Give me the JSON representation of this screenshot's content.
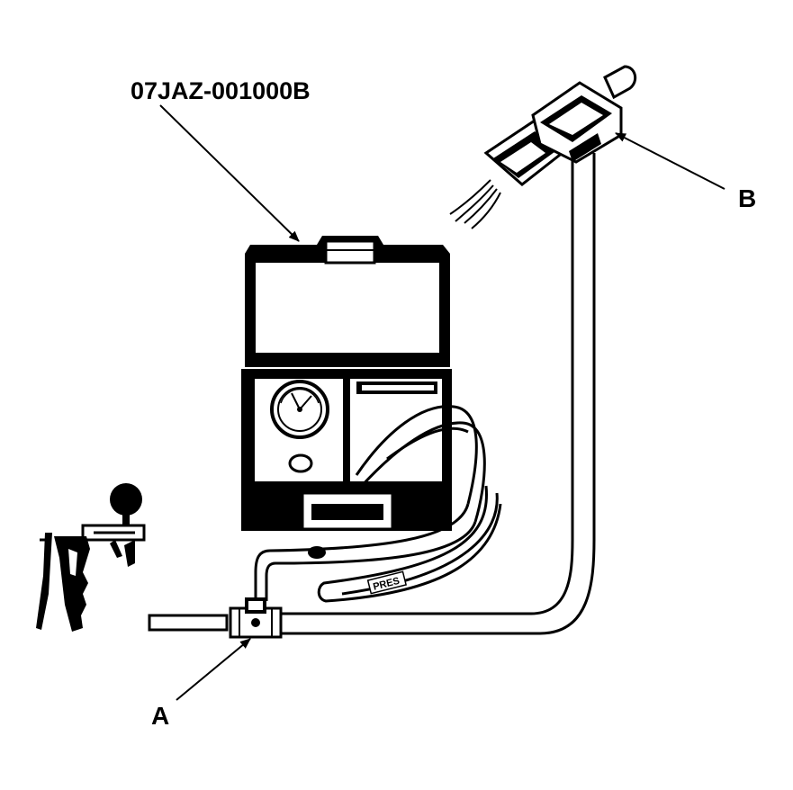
{
  "part_number": "07JAZ-001000B",
  "callouts": {
    "a": "A",
    "b": "B"
  },
  "hose_text": "PRES",
  "colors": {
    "ink": "#000000",
    "paper": "#ffffff"
  }
}
